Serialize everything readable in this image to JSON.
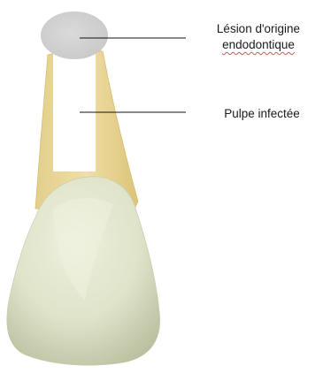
{
  "labels": {
    "lesion_line1": "Lésion d'origine",
    "lesion_line2": "endodontique",
    "pulpe": "Pulpe infectée"
  },
  "colors": {
    "root": "#e9d79a",
    "root_edge": "#d8bf72",
    "pulp_canal": "#ffffff",
    "lesion": "#d2d2d2",
    "crown": "#dfe3c9",
    "crown_shadow": "#b7bc9b",
    "leader_line": "#111111",
    "spellcheck_underline": "#d9534f"
  },
  "parts": [
    "root",
    "pulp-canal",
    "lesion",
    "crown"
  ]
}
